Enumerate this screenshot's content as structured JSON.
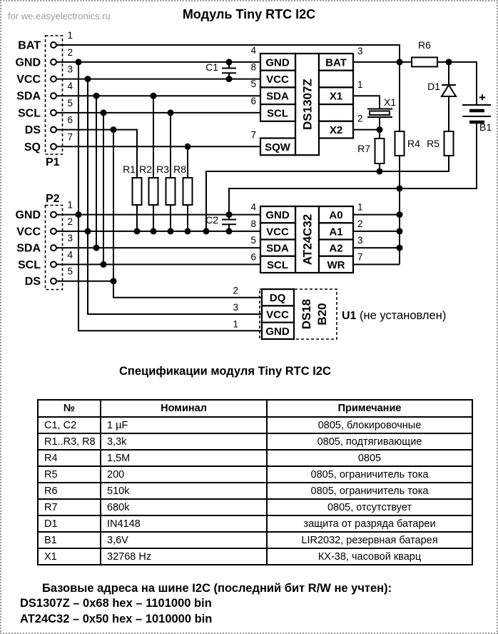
{
  "watermark": "for we.easyelectronics.ru",
  "title": "Модуль Tiny RTC I2C",
  "p1": {
    "label": "P1",
    "pins": [
      {
        "num": "1",
        "name": "BAT"
      },
      {
        "num": "2",
        "name": "GND"
      },
      {
        "num": "3",
        "name": "VCC"
      },
      {
        "num": "4",
        "name": "SDA"
      },
      {
        "num": "5",
        "name": "SCL"
      },
      {
        "num": "6",
        "name": "DS"
      },
      {
        "num": "7",
        "name": "SQ"
      }
    ]
  },
  "p2": {
    "label": "P2",
    "pins": [
      {
        "num": "1",
        "name": "GND"
      },
      {
        "num": "2",
        "name": "VCC"
      },
      {
        "num": "3",
        "name": "SDA"
      },
      {
        "num": "4",
        "name": "SCL"
      },
      {
        "num": "5",
        "name": "DS"
      }
    ]
  },
  "ds1307z": {
    "name": "DS1307Z",
    "left": [
      {
        "num": "4",
        "name": "GND"
      },
      {
        "num": "8",
        "name": "VCC"
      },
      {
        "num": "5",
        "name": "SDA"
      },
      {
        "num": "6",
        "name": "SCL"
      },
      {
        "num": "7",
        "name": "SQW"
      }
    ],
    "right": [
      {
        "num": "3",
        "name": "BAT"
      },
      {
        "num": "1",
        "name": "X1"
      },
      {
        "num": "2",
        "name": "X2"
      }
    ]
  },
  "at24c32": {
    "name": "AT24C32",
    "left": [
      {
        "num": "4",
        "name": "GND"
      },
      {
        "num": "8",
        "name": "VCC"
      },
      {
        "num": "5",
        "name": "SDA"
      },
      {
        "num": "6",
        "name": "SCL"
      }
    ],
    "right": [
      {
        "num": "1",
        "name": "A0"
      },
      {
        "num": "2",
        "name": "A1"
      },
      {
        "num": "3",
        "name": "A2"
      },
      {
        "num": "7",
        "name": "WR"
      }
    ]
  },
  "ds18b20": {
    "name_top": "DS18",
    "name_bottom": "B20",
    "pins": [
      {
        "num": "2",
        "name": "DQ"
      },
      {
        "num": "3",
        "name": "VCC"
      },
      {
        "num": "1",
        "name": "GND"
      }
    ],
    "ref": "U1",
    "note": "(не установлен)"
  },
  "components": {
    "c1": "C1",
    "c2": "C2",
    "r1": "R1",
    "r2": "R2",
    "r3": "R3",
    "r8": "R8",
    "r4": "R4",
    "r5": "R5",
    "r6": "R6",
    "r7": "R7",
    "d1": "D1",
    "x1": "X1",
    "b1": "B1",
    "bat_plus": "+"
  },
  "spec_table": {
    "title": "Спецификации модуля Tiny RTC I2C",
    "columns": [
      "№",
      "Номинал",
      "Примечание"
    ],
    "rows": [
      [
        "C1, C2",
        "1 µF",
        "0805, блокировочные"
      ],
      [
        "R1..R3, R8",
        "3,3k",
        "0805, подтягивающие"
      ],
      [
        "R4",
        "1,5M",
        "0805"
      ],
      [
        "R5",
        "200",
        "0805, ограничитель тока"
      ],
      [
        "R6",
        "510k",
        "0805, ограничитель тока"
      ],
      [
        "R7",
        "680k",
        "0805, отсутствует"
      ],
      [
        "D1",
        "IN4148",
        "защита от разряда батареи"
      ],
      [
        "B1",
        "3,6V",
        "LIR2032, резервная батарея"
      ],
      [
        "X1",
        "32768 Hz",
        "КХ-38, часовой кварц"
      ]
    ]
  },
  "footer": {
    "line1": "Базовые адреса на шине I2C (последний бит R/W не учтен):",
    "line2": "DS1307Z – 0x68 hex – 1101000 bin",
    "line3": "AT24C32 – 0x50 hex – 1010000 bin"
  }
}
